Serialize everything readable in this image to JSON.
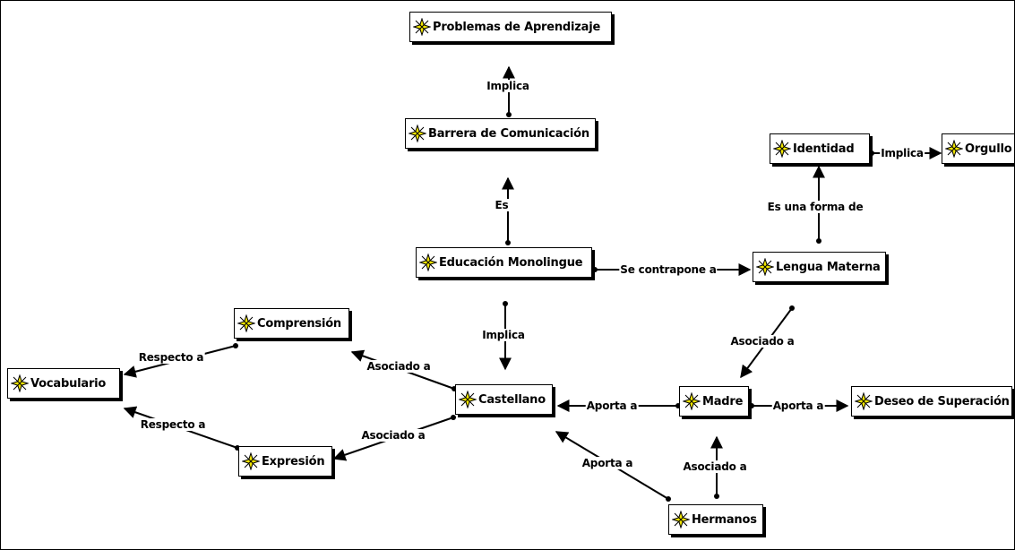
{
  "diagram": {
    "nodes": {
      "problemas": "Problemas de Aprendizaje",
      "barrera": "Barrera de Comunicación",
      "educacion": "Educación Monolingue",
      "identidad": "Identidad",
      "orgullo": "Orgullo",
      "lengua": "Lengua Materna",
      "comprension": "Comprensión",
      "vocabulario": "Vocabulario",
      "castellano": "Castellano",
      "madre": "Madre",
      "deseo": "Deseo de Superación",
      "expresion": "Expresión",
      "hermanos": "Hermanos"
    },
    "links": {
      "implica_1": "Implica",
      "es": "Es",
      "implica_2": "Implica",
      "se_contrapone": "Se contrapone a",
      "implica_3": "Implica",
      "es_forma": "Es una forma de",
      "asociado_lengua": "Asociado a",
      "respecto_1": "Respecto a",
      "asociado_comp": "Asociado a",
      "respecto_2": "Respecto a",
      "asociado_exp": "Asociado a",
      "aporta_castellano": "Aporta a",
      "aporta_deseo": "Aporta a",
      "aporta_hermanos": "Aporta a",
      "asociado_hermanos": "Asociado a"
    },
    "node_icon": "concept-sparkle-icon",
    "icon_color": "#f2e600"
  }
}
